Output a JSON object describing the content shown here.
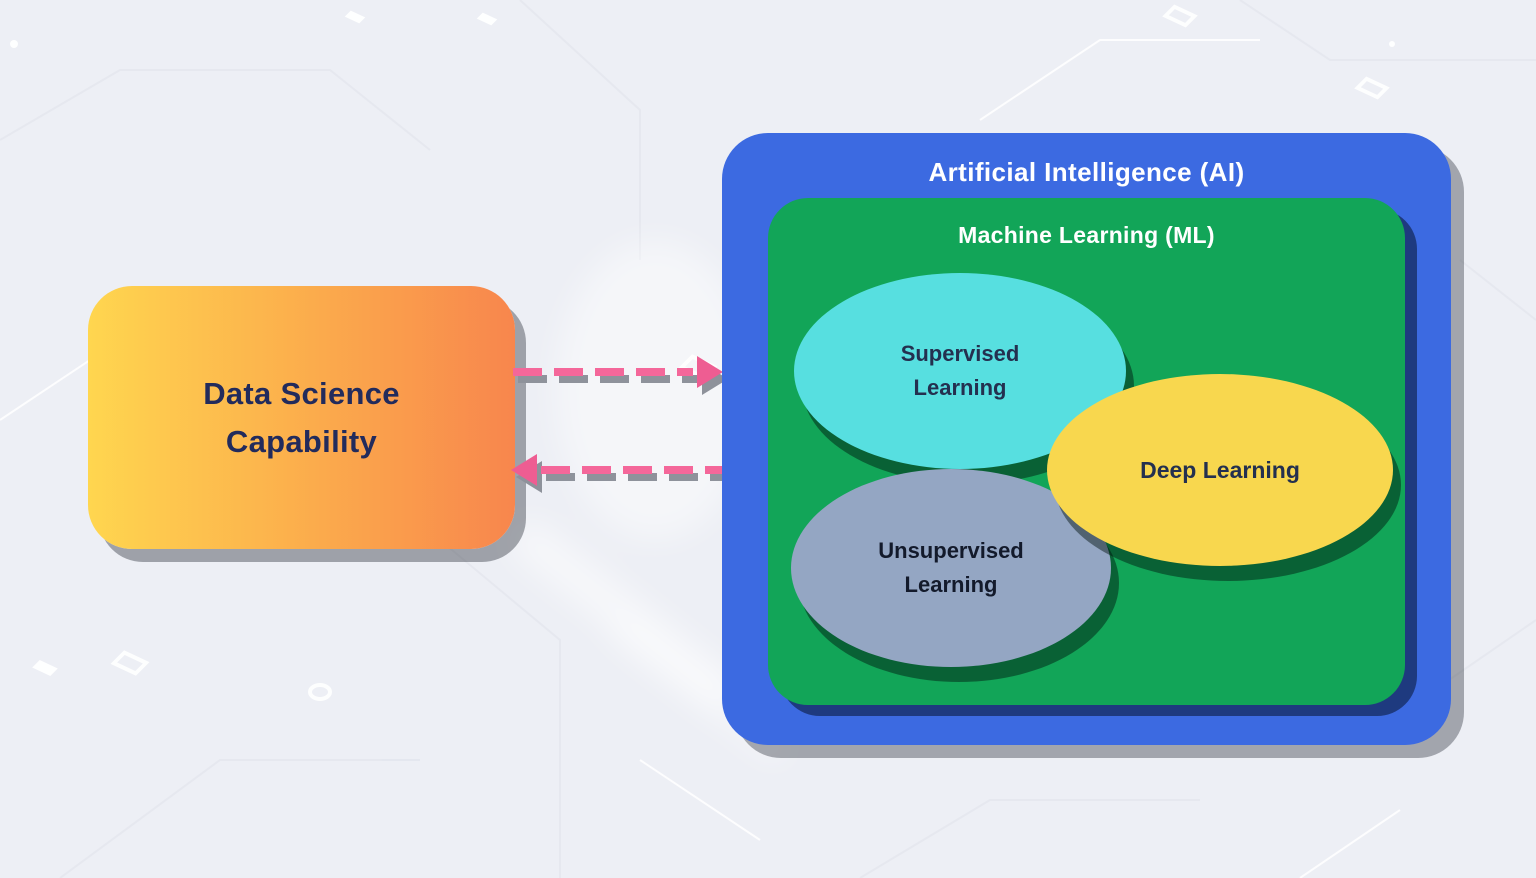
{
  "background": {
    "color": "#EDEFF5",
    "pattern": "faint-circuit-board-watermark"
  },
  "data_science_box": {
    "lines": [
      "Data Science",
      "Capability"
    ],
    "text_color": "#222B5C",
    "gradient_start": "#FFD64F",
    "gradient_end": "#F8864D"
  },
  "ai_box": {
    "title": "Artificial Intelligence (AI)",
    "fill": "#3C6AE1",
    "text_color": "#FFFFFF"
  },
  "ml_box": {
    "title": "Machine Learning (ML)",
    "fill": "#12A558",
    "text_color": "#FFFFFF"
  },
  "ellipses": {
    "supervised": {
      "lines": [
        "Supervised",
        "Learning"
      ],
      "fill": "#57DFE0",
      "text_color": "#24304F"
    },
    "unsupervised": {
      "lines": [
        "Unsupervised",
        "Learning"
      ],
      "fill": "#94A6C3",
      "text_color": "#131A2B"
    },
    "deep": {
      "label": "Deep Learning",
      "fill": "#F8D74E",
      "text_color": "#24304F"
    }
  },
  "arrows": {
    "to_ai_direction": "right",
    "to_data_science_direction": "left",
    "dash_color": "#F4679A",
    "head_color": "#EE5D92",
    "shadow_color": "#8E929B"
  }
}
